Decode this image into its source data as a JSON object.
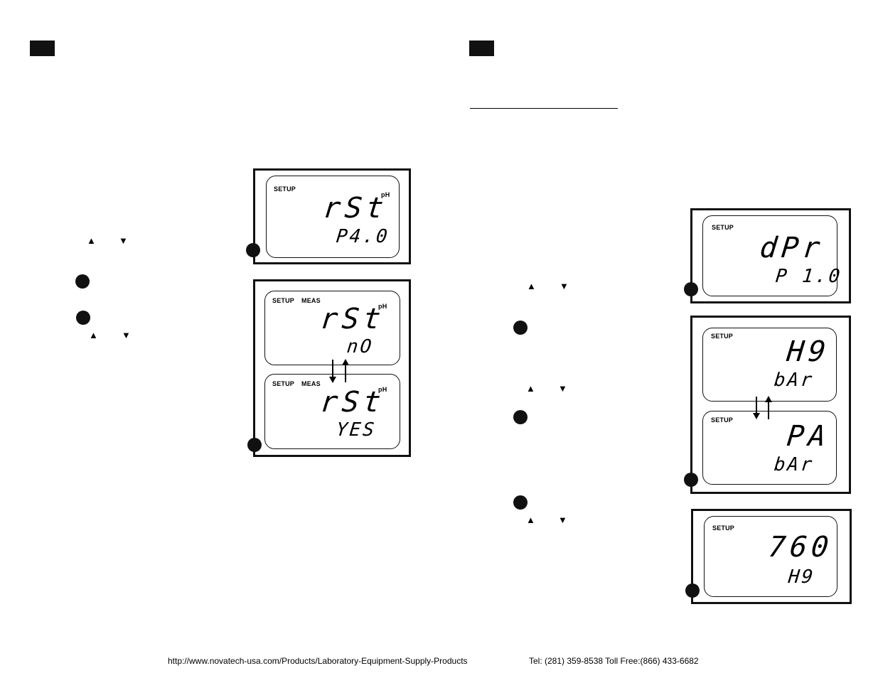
{
  "footer": {
    "url": "http://www.novatech-usa.com/Products/Laboratory-Equipment-Supply-Products",
    "contact": "Tel: (281) 359-8538  Toll Free:(866) 433-6682"
  },
  "glyphs": {
    "up": "▲",
    "down": "▼"
  },
  "left": {
    "display_reset": {
      "mode": "SETUP",
      "unit": "pH",
      "main": "rSt",
      "sub": "P4.0"
    },
    "display_choice_top": {
      "mode": "SETUP",
      "mode2": "MEAS",
      "unit": "pH",
      "main": "rSt",
      "sub": "nO"
    },
    "display_choice_bottom": {
      "mode": "SETUP",
      "mode2": "MEAS",
      "unit": "pH",
      "main": "rSt",
      "sub": "YES"
    }
  },
  "right": {
    "display_dpr": {
      "mode": "SETUP",
      "main": "dPr",
      "sub": "P 1.0"
    },
    "display_unit_top": {
      "mode": "SETUP",
      "main": "H9",
      "sub": "bAr"
    },
    "display_unit_bottom": {
      "mode": "SETUP",
      "main": "PA",
      "sub": "bAr"
    },
    "display_value": {
      "mode": "SETUP",
      "main": "760",
      "sub": "H9"
    }
  }
}
